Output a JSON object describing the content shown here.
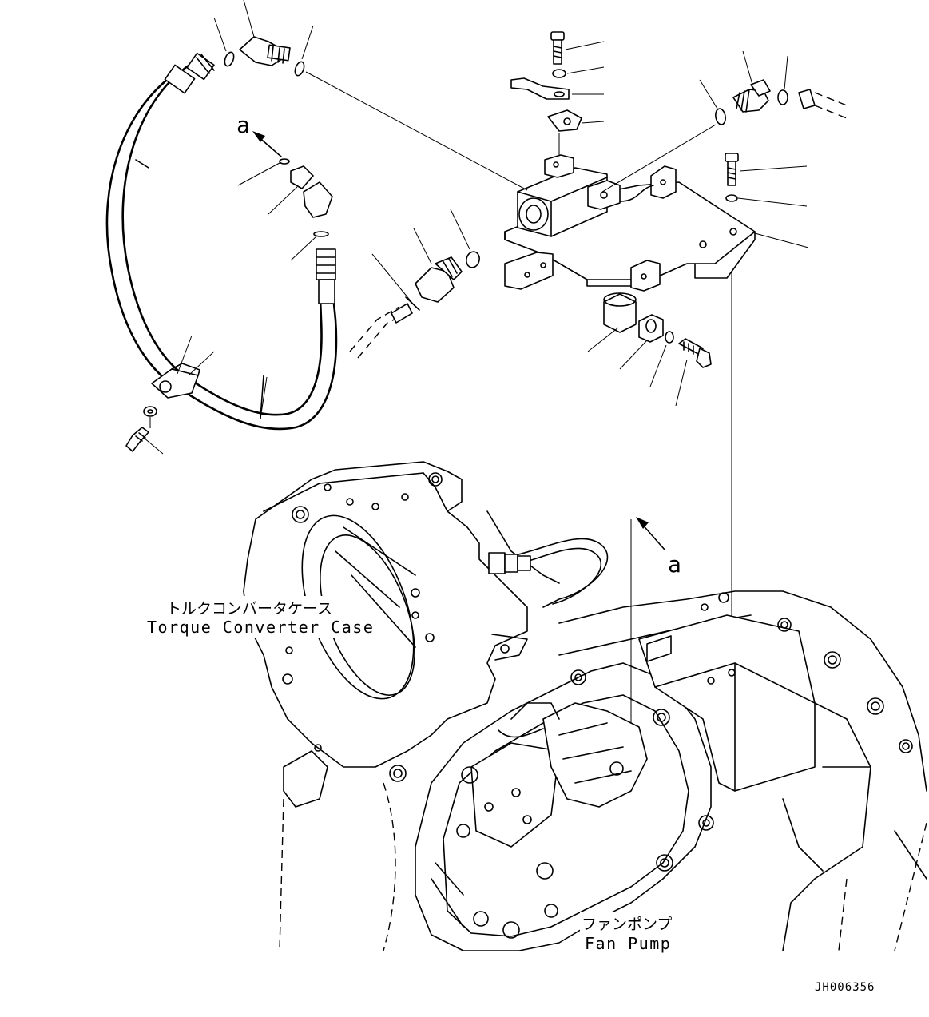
{
  "labels": {
    "view_marker_a": "a",
    "torque_converter_case_jp": "トルクコンバータケース",
    "torque_converter_case_en": "Torque Converter Case",
    "fan_pump_jp": "ファンポンプ",
    "fan_pump_en": "Fan Pump",
    "drawing_number": "JH006356"
  }
}
